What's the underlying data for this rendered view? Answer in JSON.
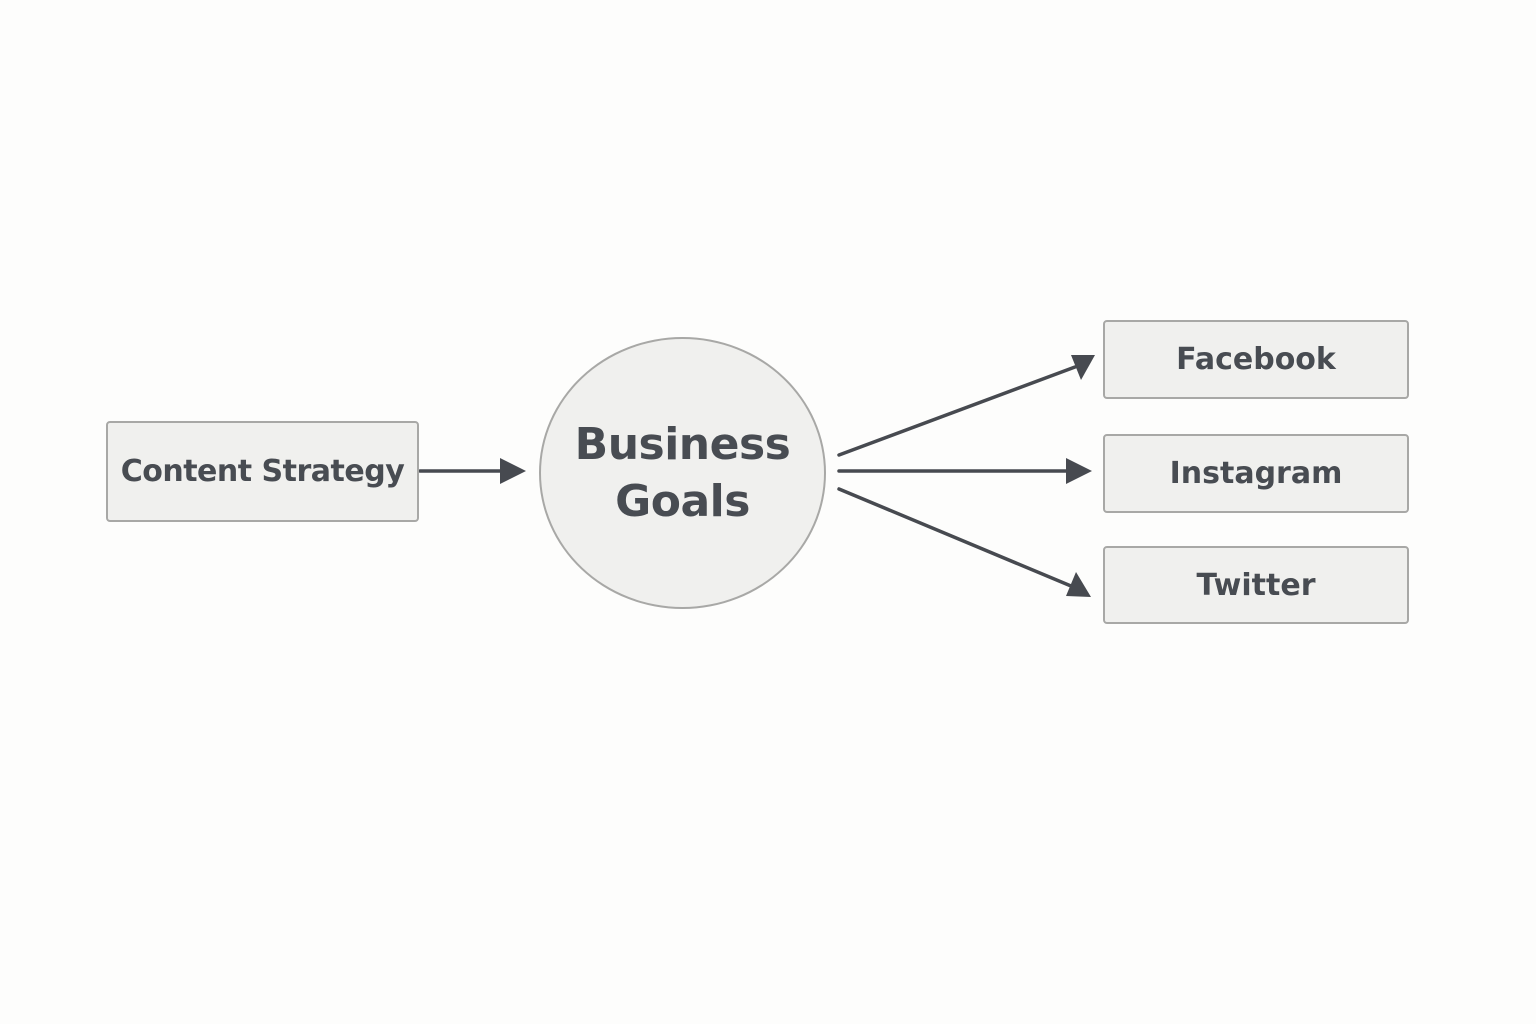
{
  "diagram": {
    "source": {
      "label": "Content Strategy"
    },
    "hub": {
      "label_lines": [
        "Business",
        "Goals"
      ]
    },
    "targets": [
      {
        "label": "Facebook"
      },
      {
        "label": "Instagram"
      },
      {
        "label": "Twitter"
      }
    ],
    "colors": {
      "node_fill": "#f0f0ee",
      "node_border": "#a8a8a6",
      "text": "#484c52",
      "arrow": "#474a50",
      "background": "#fdfdfc"
    }
  }
}
